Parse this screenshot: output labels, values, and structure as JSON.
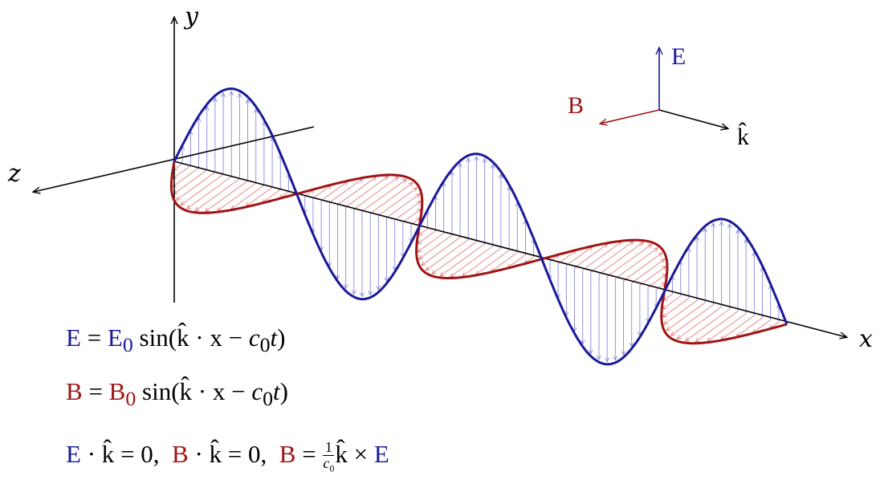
{
  "axes": {
    "x_label": "x",
    "y_label": "y",
    "z_label": "z"
  },
  "triad": {
    "e_label": "E",
    "b_label": "B",
    "k_label": "k̂"
  },
  "colors": {
    "electric": "#1a1a99",
    "magnetic": "#a01414",
    "axis": "#000000"
  },
  "equations": {
    "eq1": {
      "lhs": "E",
      "eq": " = ",
      "amp": "E",
      "amp_sub": "0",
      "rest": " sin(k̂ · x − ",
      "c": "c",
      "c_sub": "0",
      "t": "t",
      "close": ")"
    },
    "eq2": {
      "lhs": "B",
      "eq": " = ",
      "amp": "B",
      "amp_sub": "0",
      "rest": " sin(k̂ · x − ",
      "c": "c",
      "c_sub": "0",
      "t": "t",
      "close": ")"
    },
    "eq3": {
      "e": "E",
      "dot1": " · k̂ = 0,  ",
      "b": "B",
      "dot2": " · k̂ = 0,  ",
      "b2": "B",
      "eq": " = ",
      "num": "1",
      "den_c": "c",
      "den_sub": "0",
      "cross": "k̂ × ",
      "e2": "E"
    }
  }
}
